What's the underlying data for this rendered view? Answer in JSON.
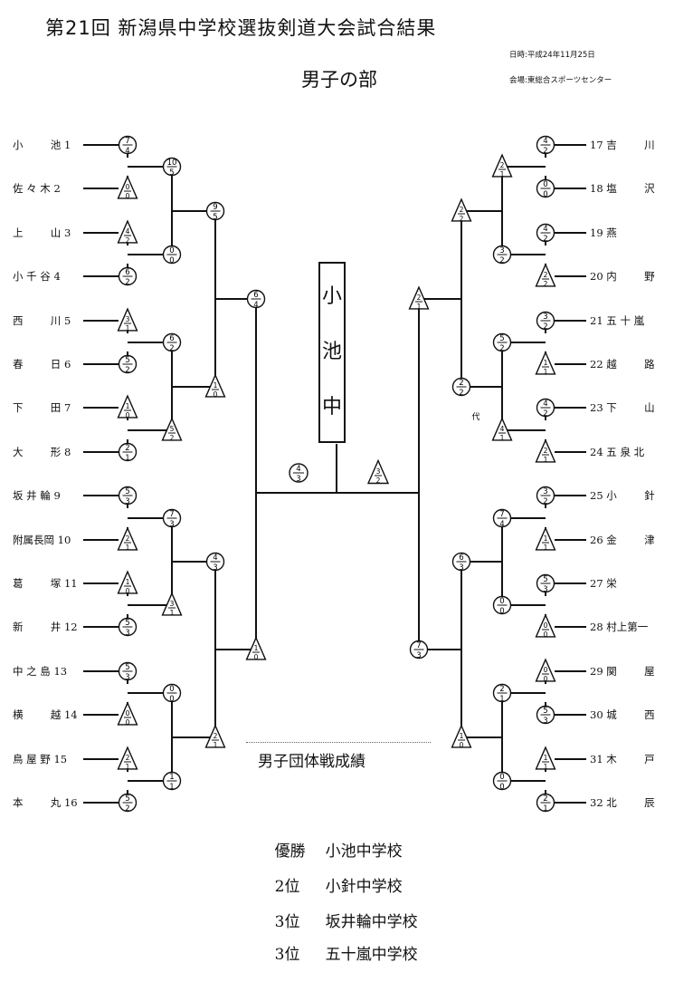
{
  "header": {
    "title": "第21回  新潟県中学校選抜剣道大会試合結果",
    "subtitle": "男子の部",
    "date": "日時:平成24年11月25日",
    "venue": "会場:東総合スポーツセンター"
  },
  "teams_left": [
    {
      "name": "小　　池",
      "num": "1"
    },
    {
      "name": "佐 々 木",
      "num": "2"
    },
    {
      "name": "上　　山",
      "num": "3"
    },
    {
      "name": "小 千 谷",
      "num": "4"
    },
    {
      "name": "西　　川",
      "num": "5"
    },
    {
      "name": "春　　日",
      "num": "6"
    },
    {
      "name": "下　　田",
      "num": "7"
    },
    {
      "name": "大　　形",
      "num": "8"
    },
    {
      "name": "坂 井 輪",
      "num": "9"
    },
    {
      "name": "附属長岡",
      "num": "10"
    },
    {
      "name": "葛　　塚",
      "num": "11"
    },
    {
      "name": "新　　井",
      "num": "12"
    },
    {
      "name": "中 之 島",
      "num": "13"
    },
    {
      "name": "横　　越",
      "num": "14"
    },
    {
      "name": "鳥 屋 野",
      "num": "15"
    },
    {
      "name": "本　　丸",
      "num": "16"
    }
  ],
  "teams_right": [
    {
      "name": "吉　　川",
      "num": "17"
    },
    {
      "name": "塩　　沢",
      "num": "18"
    },
    {
      "name": "燕",
      "num": "19"
    },
    {
      "name": "内　　野",
      "num": "20"
    },
    {
      "name": "五 十 嵐",
      "num": "21"
    },
    {
      "name": "越　　路",
      "num": "22"
    },
    {
      "name": "下　　山",
      "num": "23"
    },
    {
      "name": "五 泉 北",
      "num": "24"
    },
    {
      "name": "小　　針",
      "num": "25"
    },
    {
      "name": "金　　津",
      "num": "26"
    },
    {
      "name": "栄",
      "num": "27"
    },
    {
      "name": "村上第一",
      "num": "28"
    },
    {
      "name": "関　　屋",
      "num": "29"
    },
    {
      "name": "城　　西",
      "num": "30"
    },
    {
      "name": "木　　戸",
      "num": "31"
    },
    {
      "name": "北　　辰",
      "num": "32"
    }
  ],
  "scores": {
    "r1": [
      "7/4",
      "0/0",
      "4/2",
      "6/2",
      "3/1",
      "5/2",
      "1/0",
      "2/1",
      "5/3",
      "2/1",
      "1/0",
      "5/3",
      "5/3",
      "0/0",
      "2/1",
      "5/2",
      "4/2",
      "0/0",
      "4/2",
      "2/2",
      "3/2",
      "1/1",
      "4/2",
      "2/1",
      "3/2",
      "1/1",
      "5/3",
      "0/0",
      "0/0",
      "5/3",
      "1/1",
      "2/1"
    ],
    "r2": [
      "10/5",
      "0/0",
      "6/2",
      "5/2",
      "7/3",
      "3/1",
      "0/0",
      "1/1",
      "2/1",
      "3/2",
      "5/2",
      "4/1",
      "7/4",
      "0/0",
      "2/1",
      "0/0"
    ],
    "r3": [
      "9/5",
      "1/0",
      "4/3",
      "2/1",
      "2/2",
      "2/2",
      "6/3",
      "1/0"
    ],
    "r4": [
      "6/4",
      "1/0",
      "2/1",
      "7/3"
    ],
    "r5": [
      "4/3",
      "3/2"
    ]
  },
  "substitute_mark": "代",
  "champion_chars": [
    "小",
    "池",
    "中"
  ],
  "results": {
    "heading": "男子団体戦成績",
    "rows": [
      {
        "place": "優勝",
        "school": "小池中学校"
      },
      {
        "place": "2位",
        "school": "小針中学校"
      },
      {
        "place": "3位",
        "school": "坂井輪中学校"
      },
      {
        "place": "3位",
        "school": "五十嵐中学校"
      }
    ]
  }
}
